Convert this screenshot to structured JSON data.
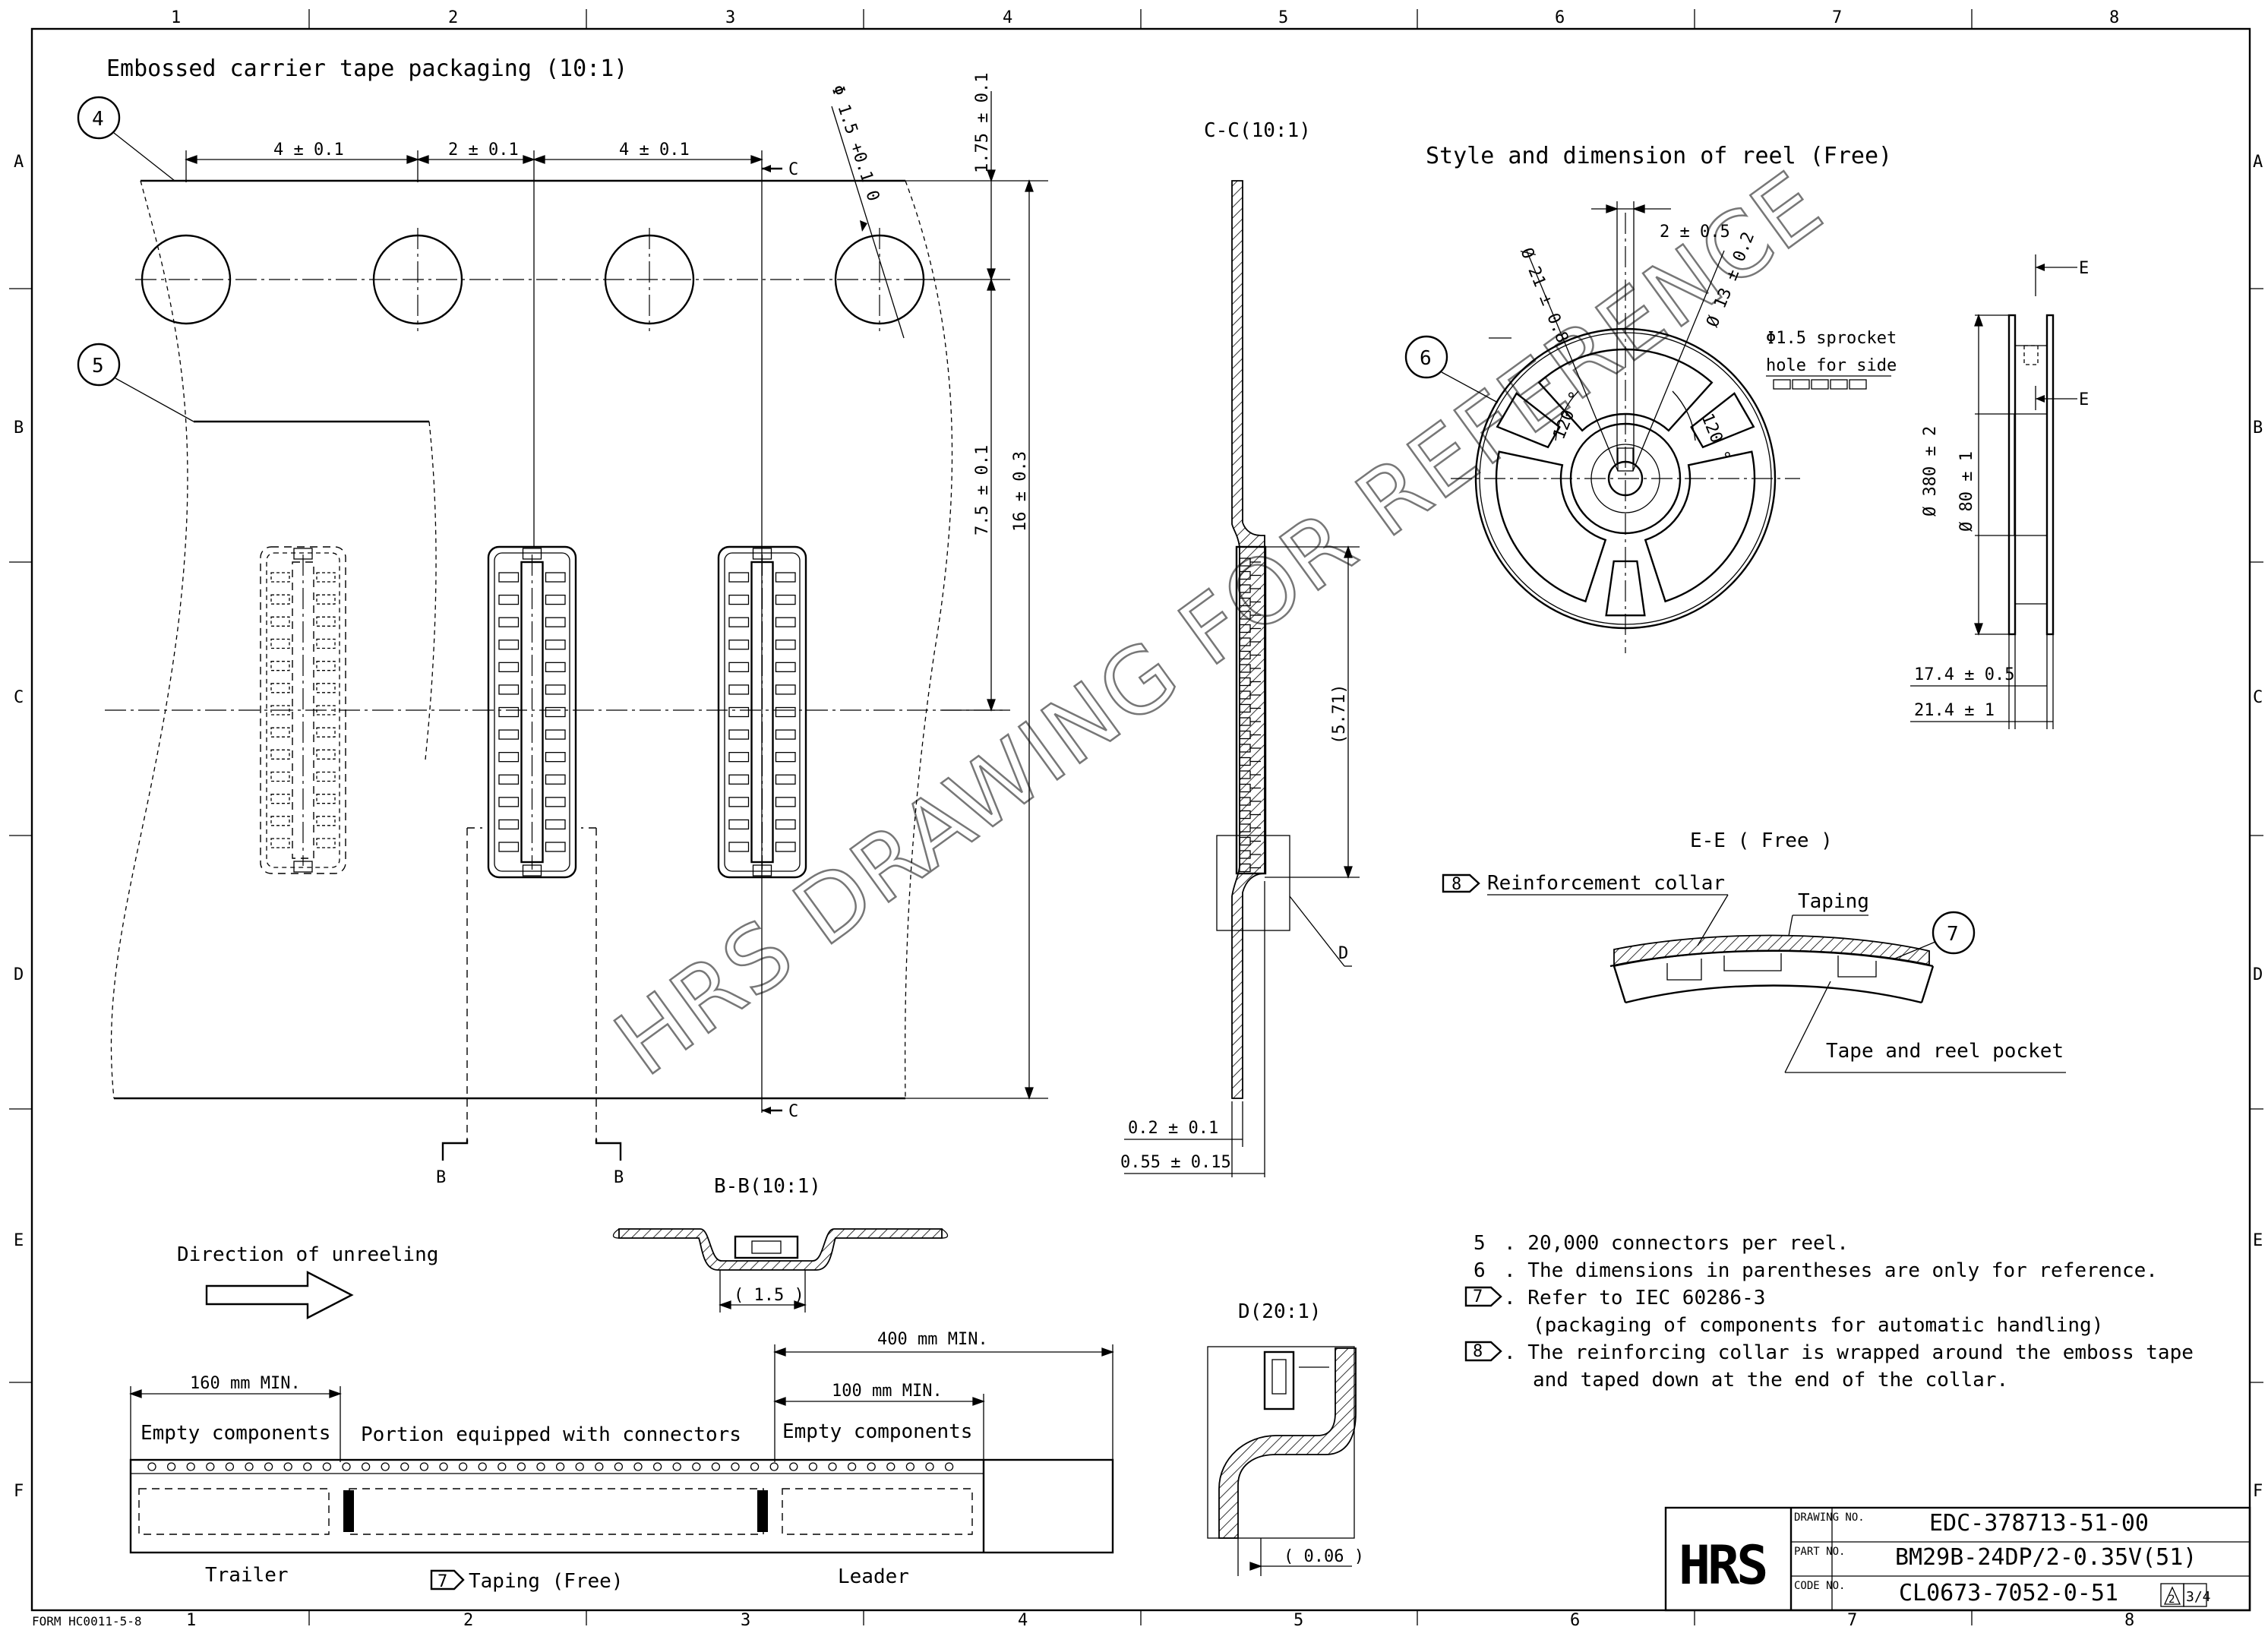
{
  "grid": {
    "columns": [
      "1",
      "2",
      "3",
      "4",
      "5",
      "6",
      "7",
      "8"
    ],
    "rows": [
      "A",
      "B",
      "C",
      "D",
      "E",
      "F"
    ]
  },
  "carrier_view": {
    "title": "Embossed carrier tape packaging (10:1)",
    "dims": {
      "pitch_left": "4 ± 0.1",
      "pitch_mid": "2 ± 0.1",
      "pitch_right": "4 ± 0.1",
      "hole_dia": "Φ 1.5 +0.1 0",
      "edge_top": "1.75 ± 0.1",
      "pocket_offset": "7.5 ± 0.1",
      "tape_width": "16 ± 0.3"
    },
    "balloons": {
      "tape": "4",
      "cover": "5"
    },
    "section_c": "C",
    "section_b": "B"
  },
  "section_cc": {
    "title": "C-C(10:1)",
    "dims": {
      "pocket_len": "(5.71)",
      "thickness": "0.2 ± 0.1",
      "depth": "0.55 ± 0.15"
    },
    "detail_ref": "D"
  },
  "reel_view": {
    "title": "Style and dimension of reel (Free)",
    "dims": {
      "slot": "2 ± 0.5",
      "hub_outer": "Ø 21 ± 0.8",
      "arbor": "Ø 13 ± 0.2",
      "angle_left": "120 °",
      "angle_right": "120 °",
      "reel_dia": "Ø 380 ± 2",
      "hub_dia": "Ø 80 ± 1",
      "inner_width": "17.4 ± 0.5",
      "outer_width": "21.4 ± 1"
    },
    "sprocket_note_1": "Φ1.5 sprocket",
    "sprocket_note_2": "hole for side",
    "balloon": "6",
    "section_e": "E"
  },
  "section_ee": {
    "title": "E-E ( Free )",
    "collar_num": "8",
    "collar_label": "Reinforcement collar",
    "taping_label": "Taping",
    "pocket_label": "Tape and reel pocket",
    "balloon": "7"
  },
  "section_bb": {
    "title": "B-B(10:1)",
    "dim": "( 1.5 )"
  },
  "direction": {
    "label": "Direction of unreeling"
  },
  "leader_strip": {
    "dim_total": "400 mm MIN.",
    "dim_trailer": "160 mm MIN.",
    "dim_leader": "100 mm MIN.",
    "empty_left": "Empty components",
    "middle": "Portion equipped with connectors",
    "empty_right": "Empty components",
    "trailer": "Trailer",
    "taping_num": "7",
    "taping": "Taping (Free)",
    "leader": "Leader"
  },
  "detail_d": {
    "title": "D(20:1)",
    "dim": "( 0.06 )"
  },
  "notes": [
    {
      "num": "5",
      "flag": false,
      "text": ". 20,000 connectors per reel."
    },
    {
      "num": "6",
      "flag": false,
      "text": ". The dimensions in parentheses are only for reference."
    },
    {
      "num": "7",
      "flag": true,
      "text": ". Refer to IEC 60286-3"
    },
    {
      "num": "",
      "flag": false,
      "text": "(packaging of components for automatic handling)"
    },
    {
      "num": "8",
      "flag": true,
      "text": ". The reinforcing collar is wrapped around the emboss tape"
    },
    {
      "num": "",
      "flag": false,
      "text": "and taped down at the end of the collar."
    }
  ],
  "title_block": {
    "logo": "HRS",
    "drawing_no_label": "DRAWING NO.",
    "drawing_no": "EDC-378713-51-00",
    "part_no_label": "PART NO.",
    "part_no": "BM29B-24DP/2-0.35V(51)",
    "code_no_label": "CODE NO.",
    "code_no": "CL0673-7052-0-51",
    "revision": "2",
    "sheet": "3/4"
  },
  "form_no": "FORM HC0011-5-8",
  "watermark": "HRS DRAWING FOR REFERENCE"
}
